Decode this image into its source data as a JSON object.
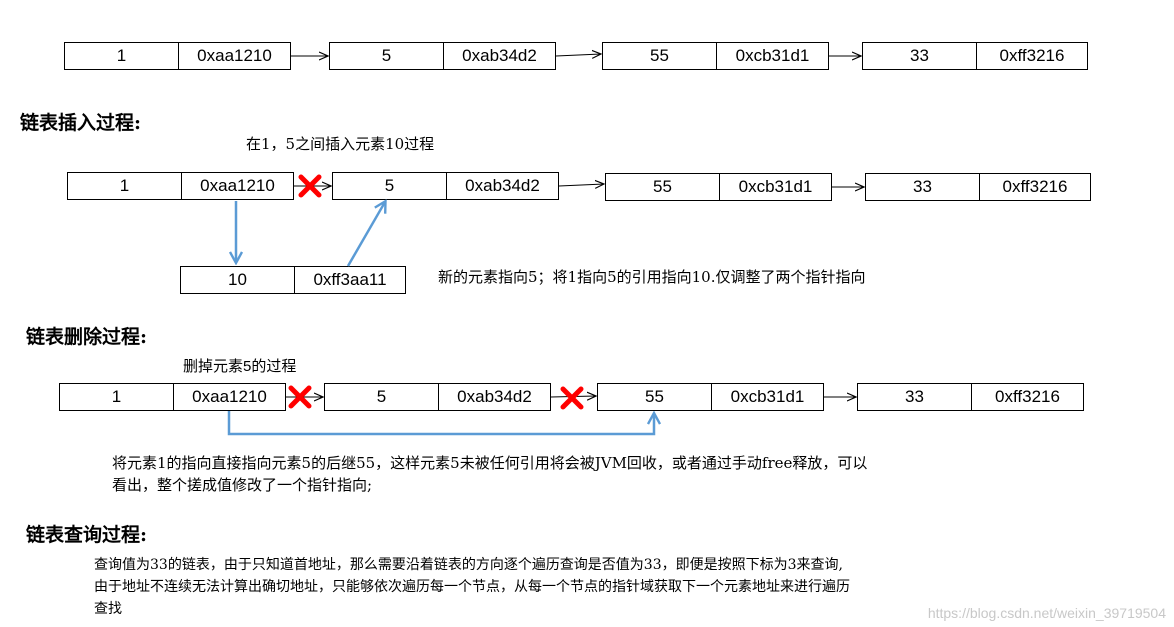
{
  "row1": {
    "nodes": [
      {
        "value": "1",
        "pointer": "0xaa1210"
      },
      {
        "value": "5",
        "pointer": "0xab34d2"
      },
      {
        "value": "55",
        "pointer": "0xcb31d1"
      },
      {
        "value": "33",
        "pointer": "0xff3216"
      }
    ]
  },
  "insert": {
    "heading": "链表插入过程:",
    "caption": "在1，5之间插入元素10过程",
    "nodes": [
      {
        "value": "1",
        "pointer": "0xaa1210"
      },
      {
        "value": "5",
        "pointer": "0xab34d2"
      },
      {
        "value": "55",
        "pointer": "0xcb31d1"
      },
      {
        "value": "33",
        "pointer": "0xff3216"
      }
    ],
    "new_node": {
      "value": "10",
      "pointer": "0xff3aa11"
    },
    "note": "新的元素指向5；将1指向5的引用指向10.仅调整了两个指针指向"
  },
  "delete": {
    "heading": "链表删除过程:",
    "caption": "删掉元素5的过程",
    "nodes": [
      {
        "value": "1",
        "pointer": "0xaa1210"
      },
      {
        "value": "5",
        "pointer": "0xab34d2"
      },
      {
        "value": "55",
        "pointer": "0xcb31d1"
      },
      {
        "value": "33",
        "pointer": "0xff3216"
      }
    ],
    "note_line1": "将元素1的指向直接指向元素5的后继55，这样元素5未被任何引用将会被JVM回收，或者通过手动free释放，可以",
    "note_line2": "看出，整个搓成值修改了一个指针指向;"
  },
  "query": {
    "heading": "链表查询过程:",
    "line1": "查询值为33的链表，由于只知道首地址，那么需要沿着链表的方向逐个遍历查询是否值为33，即便是按照下标为3来查询,",
    "line2": "由于地址不连续无法计算出确切地址，只能够依次遍历每一个节点，从每一个节点的指针域获取下一个元素地址来进行遍历",
    "line3": "查找"
  },
  "watermark": "https://blog.csdn.net/weixin_39719504",
  "colors": {
    "arrow_blue": "#5b9bd5",
    "cross_red": "#ff0000",
    "line_black": "#000000"
  }
}
